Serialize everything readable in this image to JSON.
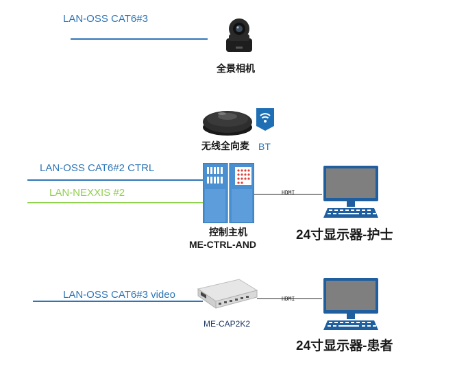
{
  "links": {
    "camera_lan": "LAN-OSS CAT6#3",
    "ctrl_lan": "LAN-OSS CAT6#2 CTRL",
    "nexxis_lan": "LAN-NEXXIS #2",
    "video_lan": "LAN-OSS CAT6#3 video",
    "hdmi_top": "HDMI",
    "hdmi_bottom": "HDMI"
  },
  "devices": {
    "camera": "全景相机",
    "mic": "无线全向麦",
    "bt": "BT",
    "controller_cn": "控制主机",
    "controller_model": "ME-CTRL-AND",
    "capture_model": "ME-CAP2K2",
    "monitor_nurse": "24寸显示器-护士",
    "monitor_patient": "24寸显示器-患者"
  },
  "icons": {
    "camera": "ptz-camera-icon",
    "mic": "conference-mic-icon",
    "bluetooth": "wireless-badge-icon",
    "controller": "rack-controller-icon",
    "capture": "capture-box-icon",
    "monitor": "monitor-icon"
  },
  "colors": {
    "lan_blue": "#2e75b6",
    "lan_green": "#92d050",
    "device_blue": "#4a8fd0",
    "screen_gray": "#7f7f7f"
  }
}
